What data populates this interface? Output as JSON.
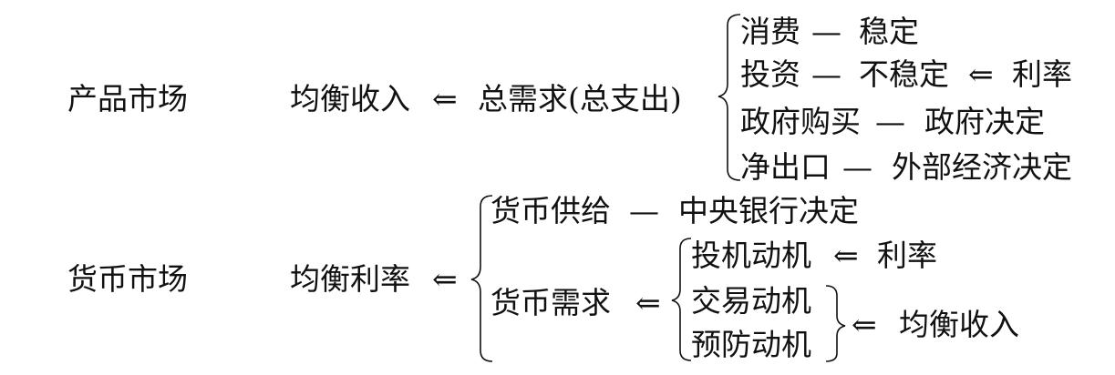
{
  "product_market": {
    "label": "产品市场",
    "equilibrium": "均衡收入",
    "arrow": "⇐",
    "demand": "总需求(总支出)",
    "items": [
      {
        "name": "消费",
        "dash": "—",
        "value": "稳定"
      },
      {
        "name": "投资",
        "dash": "—",
        "value": "不稳定",
        "arrow": "⇐",
        "cause": "利率"
      },
      {
        "name": "政府购买",
        "dash": "—",
        "value": "政府决定"
      },
      {
        "name": "净出口",
        "dash": "—",
        "value": "外部经济决定"
      }
    ]
  },
  "money_market": {
    "label": "货币市场",
    "equilibrium": "均衡利率",
    "arrow": "⇐",
    "supply": {
      "name": "货币供给",
      "dash": "—",
      "value": "中央银行决定"
    },
    "demand": {
      "name": "货币需求",
      "arrow": "⇐",
      "motives": [
        {
          "name": "投机动机",
          "arrow": "⇐",
          "cause": "利率"
        },
        {
          "name": "交易动机"
        },
        {
          "name": "预防动机"
        }
      ],
      "grouped_arrow": "⇐",
      "grouped_cause": "均衡收入"
    }
  }
}
